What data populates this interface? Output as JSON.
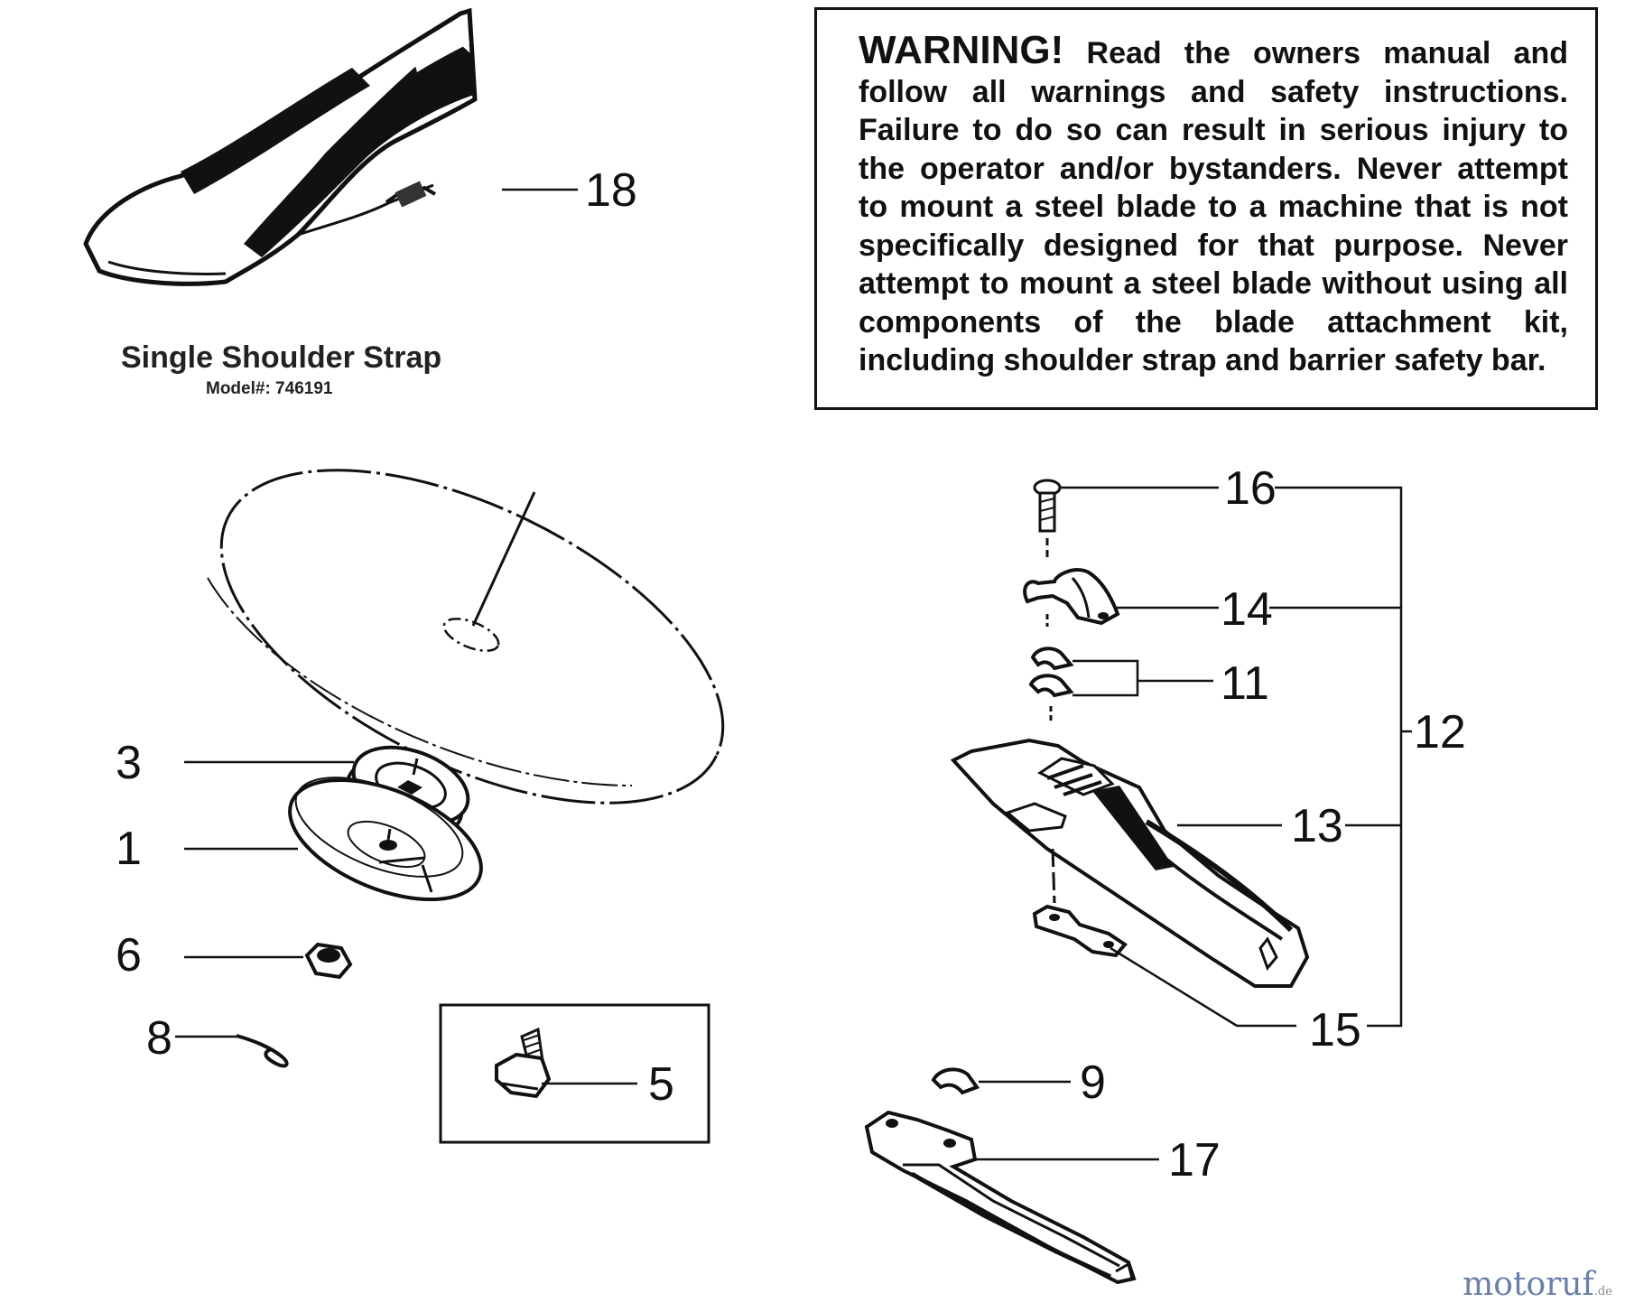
{
  "strap": {
    "callout": "18",
    "title": "Single Shoulder Strap",
    "model": "Model#: 746191"
  },
  "warning": {
    "heading": "WARNING!",
    "body": "Read the owners manual and follow all warnings and safety instructions. Failure to do so can result in serious injury to the operator and/or bystanders. Never attempt to mount a steel blade to a machine that is not specifically designed for that purpose. Never attempt to mount a steel blade without using all components of the blade attachment kit, including shoulder strap and barrier safety bar."
  },
  "callouts": {
    "blade_side": [
      "3",
      "1",
      "6",
      "8",
      "5"
    ],
    "kit": [
      "16",
      "14",
      "11",
      "12",
      "13",
      "15",
      "9",
      "17"
    ]
  },
  "watermark": {
    "text": "motoruf",
    "suffix": ".de",
    "color": "#6a7fa8"
  }
}
